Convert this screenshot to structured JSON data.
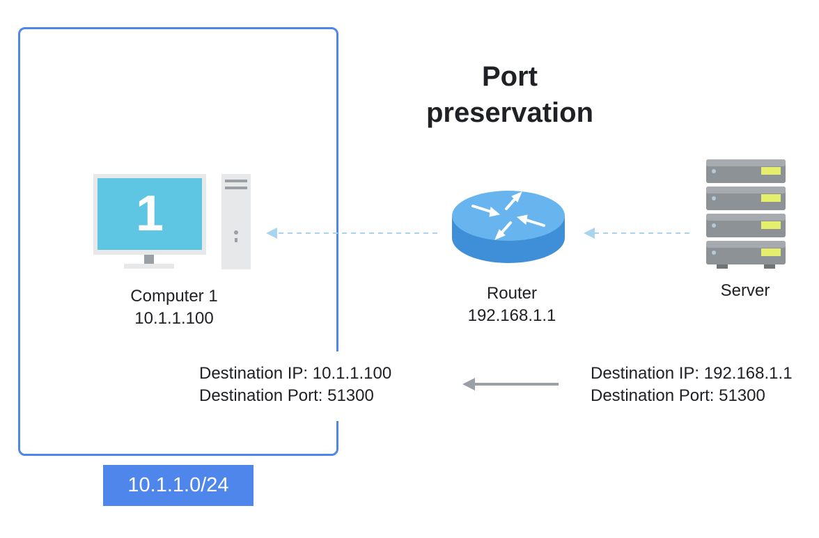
{
  "diagram": {
    "title_line1": "Port",
    "title_line2": "preservation",
    "computer": {
      "name": "Computer 1",
      "ip": "10.1.1.100",
      "screen_number": "1"
    },
    "router": {
      "name": "Router",
      "ip": "192.168.1.1"
    },
    "server": {
      "name": "Server"
    },
    "packet_left": {
      "line1": "Destination IP: 10.1.1.100",
      "line2": "Destination Port: 51300"
    },
    "packet_right": {
      "line1": "Destination IP: 192.168.1.1",
      "line2": "Destination Port: 51300"
    },
    "subnet": "10.1.1.0/24"
  },
  "colors": {
    "accent_blue": "#4f86ec",
    "screen_blue": "#5ec6e2",
    "router_blue": "#4a9fe3",
    "server_gray": "#8d9296",
    "server_light": "#e6ef6c",
    "arrow_dashed": "#a9d4ef",
    "arrow_solid": "#9aa0a6"
  }
}
